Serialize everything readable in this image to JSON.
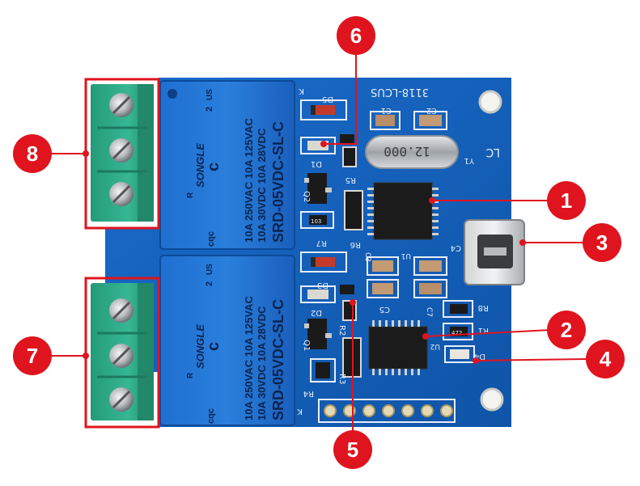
{
  "board": {
    "model": "3118-LCUS",
    "relays": [
      {
        "brand": "SONGLE",
        "model": "SRD-05VDC-SL-C",
        "rating_ac": "10A 250VAC  10A 125VAC",
        "rating_dc": "10A 30VDC  10A 28VDC",
        "mark_c": "c",
        "mark_us": "US",
        "mark_ru": "R",
        "mark_two": "2",
        "mark_cqc": "cqc"
      },
      {
        "brand": "SONGLE",
        "model": "SRD-05VDC-SL-C",
        "rating_ac": "10A 250VAC  10A 125VAC",
        "rating_dc": "10A 30VDC  10A 28VDC",
        "mark_c": "c",
        "mark_us": "US",
        "mark_ru": "R",
        "mark_two": "2",
        "mark_cqc": "cqc"
      }
    ],
    "silkscreen": {
      "d5": "D5",
      "c1": "C1",
      "c2": "C2",
      "y1": "Y1",
      "lc": "LC",
      "d1": "D1",
      "r5": "R5",
      "q2": "Q2",
      "r6": "R6",
      "r7": "R7",
      "u1": "U1",
      "c3": "C3",
      "c4": "C4",
      "d3": "D3",
      "c5": "C5",
      "c7": "C7",
      "d2": "D2",
      "r8": "R8",
      "r1": "R1",
      "q1": "Q1",
      "r2": "R2",
      "u2": "U2",
      "d4": "D4",
      "r3": "R3",
      "r4": "R4",
      "k1": "K",
      "k2": "K"
    },
    "crystal_label": "12.000",
    "resistor_code": "103",
    "resistor_code2": "472"
  },
  "callouts": [
    {
      "number": "1"
    },
    {
      "number": "2"
    },
    {
      "number": "3"
    },
    {
      "number": "4"
    },
    {
      "number": "5"
    },
    {
      "number": "6"
    },
    {
      "number": "7"
    },
    {
      "number": "8"
    }
  ],
  "colors": {
    "pcb": "#1460b8",
    "relay": "#1c68c8",
    "terminal": "#2fae8a",
    "callout": "#e0141e",
    "chip": "#1b1b1b"
  }
}
